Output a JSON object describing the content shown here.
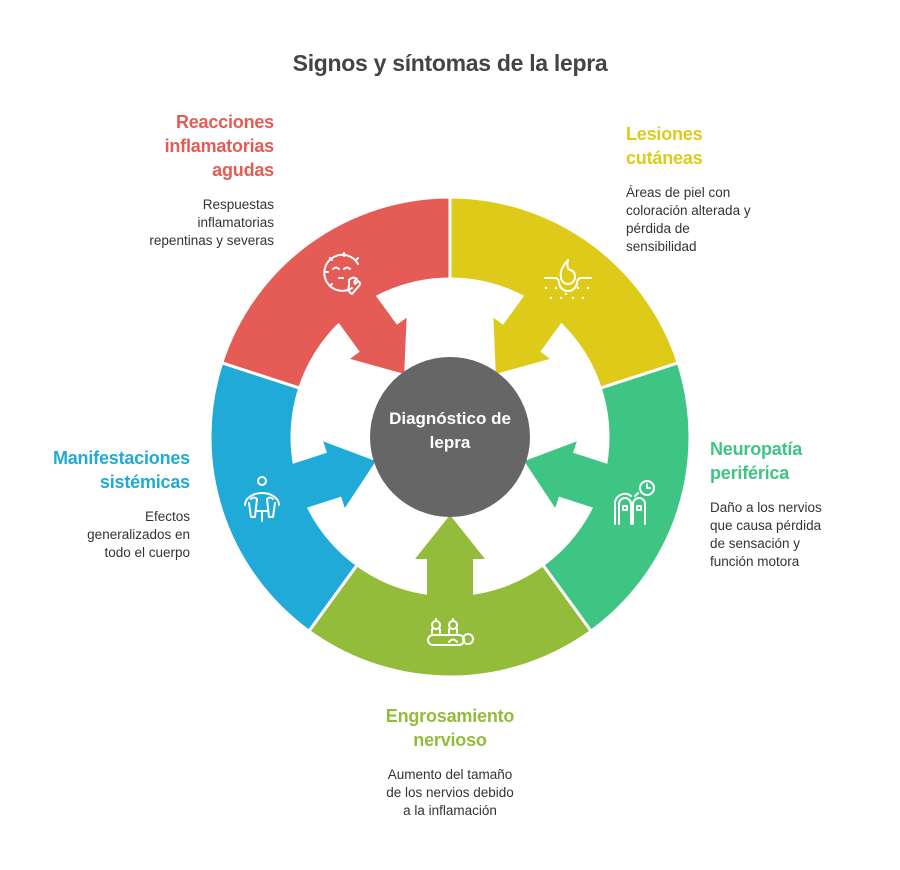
{
  "title": "Signos y síntomas de la lepra",
  "center": {
    "label": "Diagnóstico de lepra",
    "color": "#666666"
  },
  "segments": [
    {
      "id": "reacciones",
      "title": "Reacciones inflamatorias agudas",
      "title_lines": [
        "Reacciones",
        "inflamatorias",
        "agudas"
      ],
      "description_lines": [
        "Respuestas",
        "inflamatorias",
        "repentinas y severas"
      ],
      "color": "#E55B55",
      "icon": "sneezing-face-icon",
      "start_deg": 90,
      "end_deg": 162
    },
    {
      "id": "lesiones",
      "title": "Lesiones cutáneas",
      "title_lines": [
        "Lesiones",
        "cutáneas"
      ],
      "description_lines": [
        "Áreas de piel con",
        "coloración alterada y",
        "pérdida de",
        "sensibilidad"
      ],
      "color": "#DECB19",
      "icon": "skin-droplet-icon",
      "start_deg": 18,
      "end_deg": 90
    },
    {
      "id": "neuropatia",
      "title": "Neuropatía periférica",
      "title_lines": [
        "Neuropatía",
        "periférica"
      ],
      "description_lines": [
        "Daño a los nervios",
        "que causa pérdida",
        "de sensación y",
        "función motora"
      ],
      "color": "#3EC584",
      "icon": "fingers-clock-icon",
      "start_deg": -54,
      "end_deg": 18
    },
    {
      "id": "engrosamiento",
      "title": "Engrosamiento nervioso",
      "title_lines": [
        "Engrosamiento",
        "nervioso"
      ],
      "description_lines": [
        "Aumento del tamaño",
        "de los nervios debido",
        "a la inflamación"
      ],
      "color": "#93BC3B",
      "icon": "massage-therapy-icon",
      "start_deg": -126,
      "end_deg": -54
    },
    {
      "id": "manifestaciones",
      "title": "Manifestaciones sistémicas",
      "title_lines": [
        "Manifestaciones",
        "sistémicas"
      ],
      "description_lines": [
        "Efectos",
        "generalizados en",
        "todo el cuerpo"
      ],
      "color": "#20AAD8",
      "icon": "person-body-icon",
      "start_deg": 162,
      "end_deg": 234
    }
  ]
}
